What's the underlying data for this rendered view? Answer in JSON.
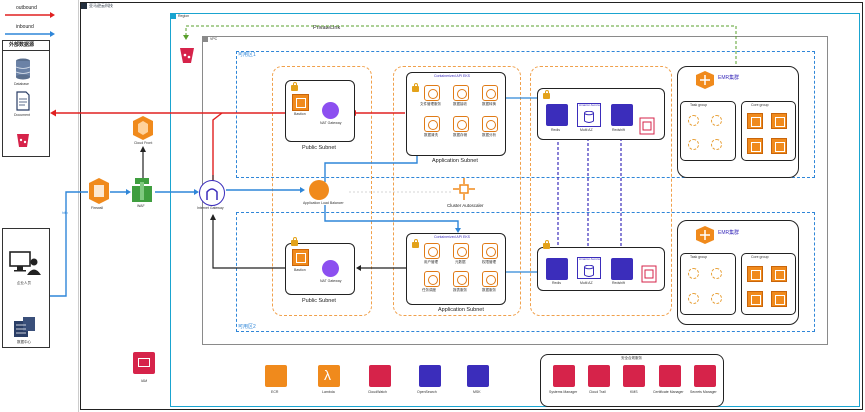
{
  "logo": {
    "text": "亚马逊云科技"
  },
  "legend": {
    "outbound": "outbound",
    "inbound": "inbound"
  },
  "external_sources": {
    "title": "外部数据源",
    "items": [
      "Database",
      "Document"
    ]
  },
  "users": {
    "enterprise_user": "企业人员",
    "data_center": "数据中心"
  },
  "entry": {
    "firewall": "Firewall",
    "waf": "WAF",
    "cloudfront": "Cloud Front",
    "internet_gateway": "Internet Gateway",
    "http_label": "http"
  },
  "region": {
    "label": "Region",
    "privatelink": "PrivateLink",
    "vpc": "VPC"
  },
  "az1": {
    "label": "可用区1",
    "public_subnet": "Public Subnet",
    "bastion": "Bastion",
    "nat": "NAT Gateway",
    "app_subnet": "Application Subnet",
    "app_group": "Containerized API EKS",
    "apps": [
      "文件管理服务",
      "数据接收",
      "数据转换",
      "数据清洗",
      "数据存储",
      "数据分析"
    ],
    "data_components": [
      "Redis",
      "Multi AZ",
      "Redshift"
    ],
    "data_db_label": "Amazon Aurora",
    "emr_title": "EMR集群",
    "task_group": "Task group",
    "core_group": "Core group"
  },
  "az2": {
    "label": "可用区2",
    "public_subnet": "Public Subnet",
    "bastion": "Bastion",
    "nat": "NAT Gateway",
    "app_subnet": "Application Subnet",
    "app_group": "Containerized API EKS",
    "apps": [
      "用户管理",
      "元数据",
      "权限管理",
      "任务调度",
      "报表服务",
      "数据服务"
    ],
    "data_components": [
      "Redis",
      "Multi AZ",
      "Redshift"
    ],
    "data_db_label": "Amazon Aurora",
    "emr_title": "EMR集群",
    "task_group": "Task group",
    "core_group": "Core group"
  },
  "center": {
    "alb": "Application Load Balancer",
    "autoscaler": "Cluster Autoscaler"
  },
  "bottom_services": [
    "ECR",
    "Lambda",
    "CloudWatch",
    "OpenSearch",
    "MSK"
  ],
  "iam": {
    "label": "IAM"
  },
  "security": {
    "title": "安全合规服务",
    "items": [
      "Systems Manager",
      "Cloud Trail",
      "KMS",
      "Certificate Manager",
      "Secrets Manager"
    ]
  },
  "colors": {
    "outbound": "#e02020",
    "inbound": "#2f86d8",
    "aws_orange": "#f08a1c",
    "region": "#1aa4d0",
    "purple": "#3b2dbb",
    "pink": "#d6234a"
  }
}
